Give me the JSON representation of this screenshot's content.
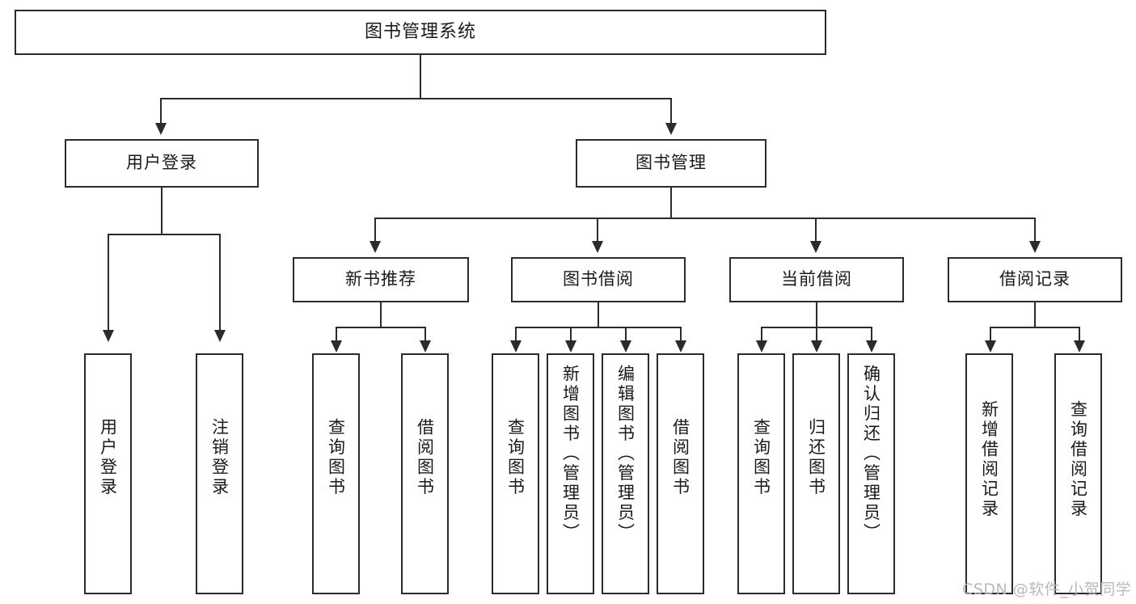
{
  "diagram": {
    "title": "图书管理系统",
    "root": {
      "label": "图书管理系统"
    },
    "level2": [
      {
        "label": "用户登录"
      },
      {
        "label": "图书管理"
      }
    ],
    "level3": [
      {
        "label": "新书推荐"
      },
      {
        "label": "图书借阅"
      },
      {
        "label": "当前借阅"
      },
      {
        "label": "借阅记录"
      }
    ],
    "leaves": {
      "user_login": [
        {
          "label": "用户登录"
        },
        {
          "label": "注销登录"
        }
      ],
      "new_book": [
        {
          "label": "查询图书"
        },
        {
          "label": "借阅图书"
        }
      ],
      "book_borrow": [
        {
          "label": "查询图书"
        },
        {
          "label": "新增图书（管理员）"
        },
        {
          "label": "编辑图书（管理员）"
        },
        {
          "label": "借阅图书"
        }
      ],
      "current_borrow": [
        {
          "label": "查询图书"
        },
        {
          "label": "归还图书"
        },
        {
          "label": "确认归还（管理员）"
        }
      ],
      "borrow_record": [
        {
          "label": "新增借阅记录"
        },
        {
          "label": "查询借阅记录"
        }
      ]
    }
  },
  "watermark": {
    "text": "CSDN @软件_小贺同学"
  },
  "colors": {
    "stroke": "#2b2b2b",
    "text": "#1a1a1a",
    "background": "#ffffff",
    "watermark": "#b9b9b9"
  }
}
